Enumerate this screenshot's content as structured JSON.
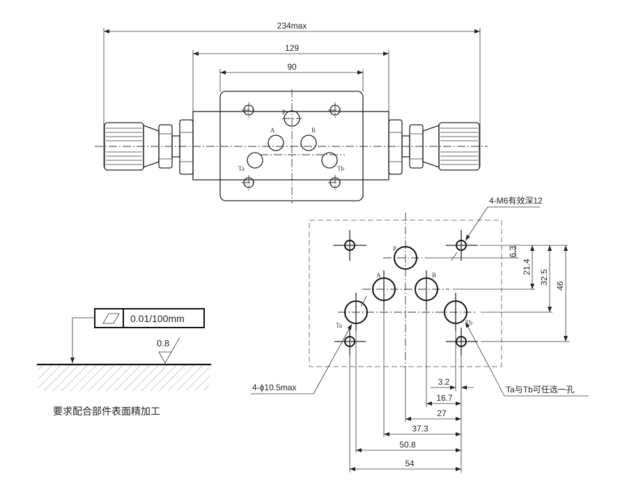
{
  "top_view": {
    "dim_overall": "234max",
    "dim_body": "129",
    "dim_block": "90",
    "port_labels": {
      "p": "P",
      "a": "A",
      "b": "B",
      "ta": "Ta",
      "tb": "Tb"
    }
  },
  "mounting_face": {
    "port_labels": {
      "p": "P",
      "a": "A",
      "b": "B",
      "ta": "Ta",
      "tb": "Tb"
    },
    "callout_threads": "4-M6有效深12",
    "callout_holes": "4-ϕ10.5max",
    "callout_tank": "Ta与Tb可任选一孔",
    "vertical_dims": [
      "6.3",
      "21.4",
      "32.5",
      "46"
    ],
    "horizontal_dims": [
      "3.2",
      "16.7",
      "27",
      "37.3",
      "50.8",
      "54"
    ]
  },
  "surface_spec": {
    "flatness": "0.01/100mm",
    "roughness": "0.8",
    "caption": "要求配合部件表面精加工"
  }
}
